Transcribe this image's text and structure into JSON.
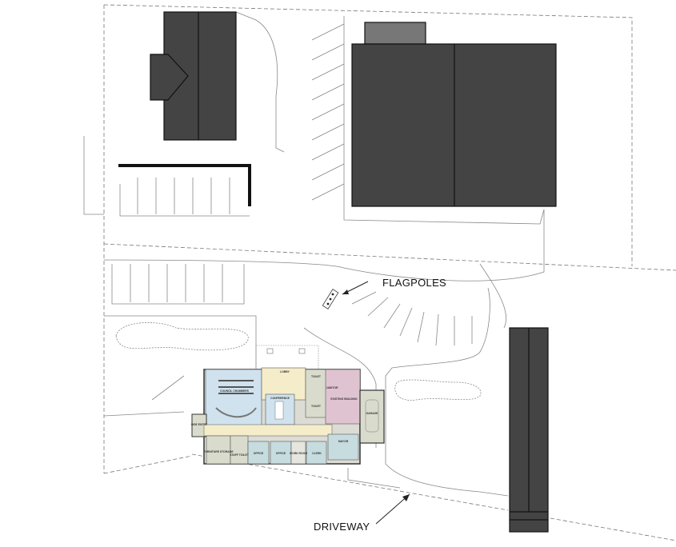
{
  "callouts": {
    "flagpoles": "FLAGPOLES",
    "driveway": "DRIVEWAY"
  },
  "rooms": {
    "lobby": "LOBBY",
    "council": "COUNCIL CHAMBERS",
    "conference": "CONFERENCE",
    "toilet1": "TOILET",
    "toilet2": "TOILET",
    "janitor": "JANITOR",
    "existing": "EXISTING BUILDING",
    "garage": "GARAGE",
    "side_entry": "SIDE ENTRY",
    "furniture": "FURNITURE STORAGE",
    "staff_toilet": "STAFF TOILET",
    "office1": "OFFICE",
    "office2": "OFFICE",
    "work_room": "WORK ROOM",
    "clerk": "CLERK",
    "mayor": "MAYOR"
  },
  "colors": {
    "building": "#444444",
    "council": "#cfe2ee",
    "circulation": "#f5ecc9",
    "existing": "#e0c3d1",
    "service": "#d9dccd",
    "office": "#c6dcdf"
  }
}
